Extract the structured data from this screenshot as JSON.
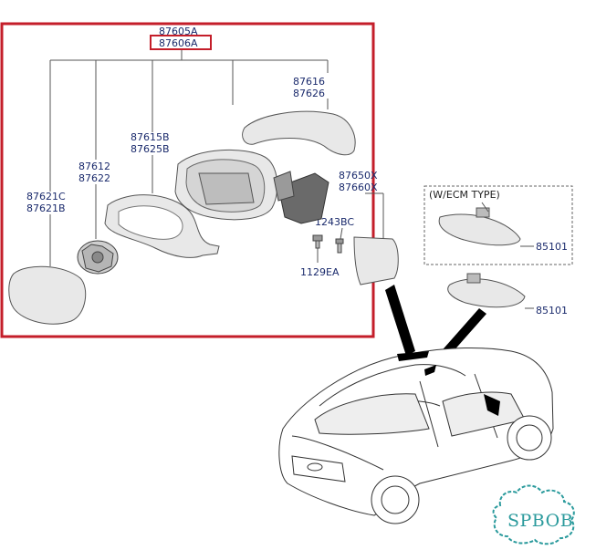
{
  "labels": {
    "assembly_left": "87605A",
    "assembly_right": "87606A",
    "cap_left": "87616",
    "cap_right": "87626",
    "housing_left": "87615B",
    "housing_right": "87625B",
    "actuator_left": "87612",
    "actuator_right": "87622",
    "glass_left": "87621C",
    "glass_right": "87621B",
    "repeater_left": "87650X",
    "repeater_right": "87660X",
    "screw_upper": "1243BC",
    "screw_lower": "1129EA",
    "inner_mirror_ecm": "85101",
    "inner_mirror": "85101"
  },
  "ecm_box_label": "(W/ECM TYPE)",
  "watermark": "SPBOB",
  "colors": {
    "highlight_border": "#c41e2a",
    "label_text": "#1a2a6c",
    "watermark": "#2a9a9c"
  }
}
